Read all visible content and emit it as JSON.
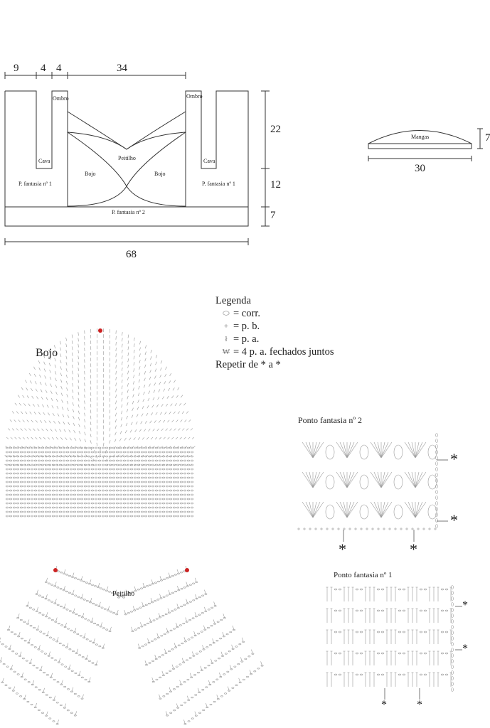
{
  "schematic": {
    "dims_top": [
      "9",
      "4",
      "4",
      "34"
    ],
    "dim_bottom": "68",
    "dims_right": [
      "22",
      "12",
      "7"
    ],
    "labels": {
      "ombro": "Ombro",
      "cava": "Cava",
      "peitilho": "Peitilho",
      "bojo": "Bojo",
      "pf1": "P. fantasia nº 1",
      "pf2": "P. fantasia nº 2"
    }
  },
  "mangas": {
    "label": "Mangas",
    "width": "30",
    "height": "7"
  },
  "legend": {
    "title": "Legenda",
    "items": [
      {
        "icon": "chain-stitch-icon",
        "text": "= corr."
      },
      {
        "icon": "single-crochet-icon",
        "text": "= p. b."
      },
      {
        "icon": "double-crochet-icon",
        "text": "= p. a."
      },
      {
        "icon": "cluster-icon",
        "text": "= 4 p. a. fechados juntos"
      }
    ],
    "repeat": "Repetir de * a *"
  },
  "charts": {
    "bojo_title": "Bojo",
    "peitilho_title": "Peitilho",
    "pf2_title": "Ponto fantasia nº 2",
    "pf1_title": "Ponto fantasia nº 1",
    "asterisk": "*"
  },
  "colors": {
    "line": "#333333",
    "stitch": "#888888",
    "marker": "#cc2222"
  }
}
